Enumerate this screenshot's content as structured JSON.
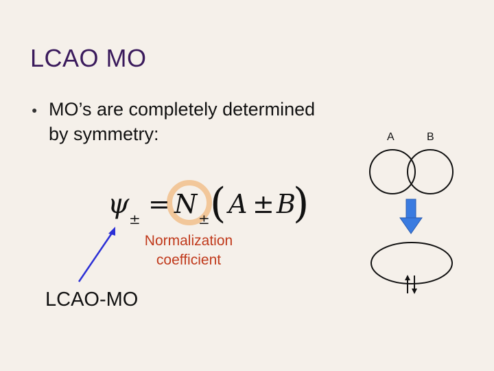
{
  "slide": {
    "title": "LCAO MO",
    "bullet": {
      "marker": "●",
      "lines": [
        "MO’s are completely determined",
        "by symmetry:"
      ]
    }
  },
  "equation": {
    "psi": "ψ",
    "sub_psi": "±",
    "equals": "=",
    "N": "N",
    "sub_N": "±",
    "open_paren": "(",
    "A": "A",
    "pm": "±",
    "B": "B",
    "close_paren": ")"
  },
  "annotations": {
    "normalization": [
      "Normalization",
      "coefficient"
    ],
    "lcao_mo": "LCAO-MO"
  },
  "diagram": {
    "label_a": "A",
    "label_b": "B"
  },
  "colors": {
    "title": "#3a1a5c",
    "highlight_ring": "#f2c79a",
    "blue_arrow": "#3a7be0",
    "norm_text": "#c0391b",
    "pointer_arrow": "#2b2fd6"
  }
}
